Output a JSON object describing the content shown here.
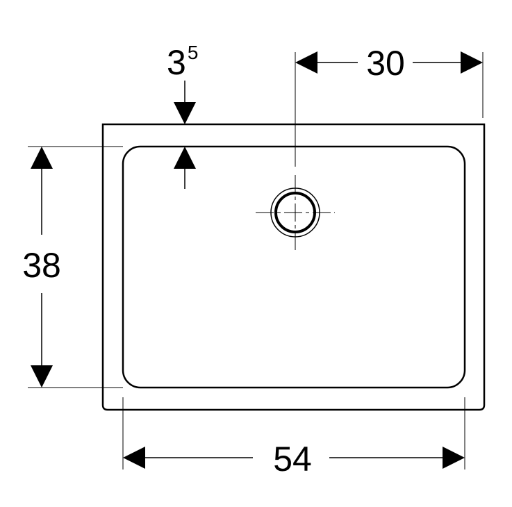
{
  "dimensions": {
    "width": "54",
    "depth": "38",
    "drain_offset": "30",
    "rim_thickness": {
      "base": "3",
      "superscript": "5"
    }
  },
  "colors": {
    "line": "#000000",
    "background": "#ffffff"
  }
}
